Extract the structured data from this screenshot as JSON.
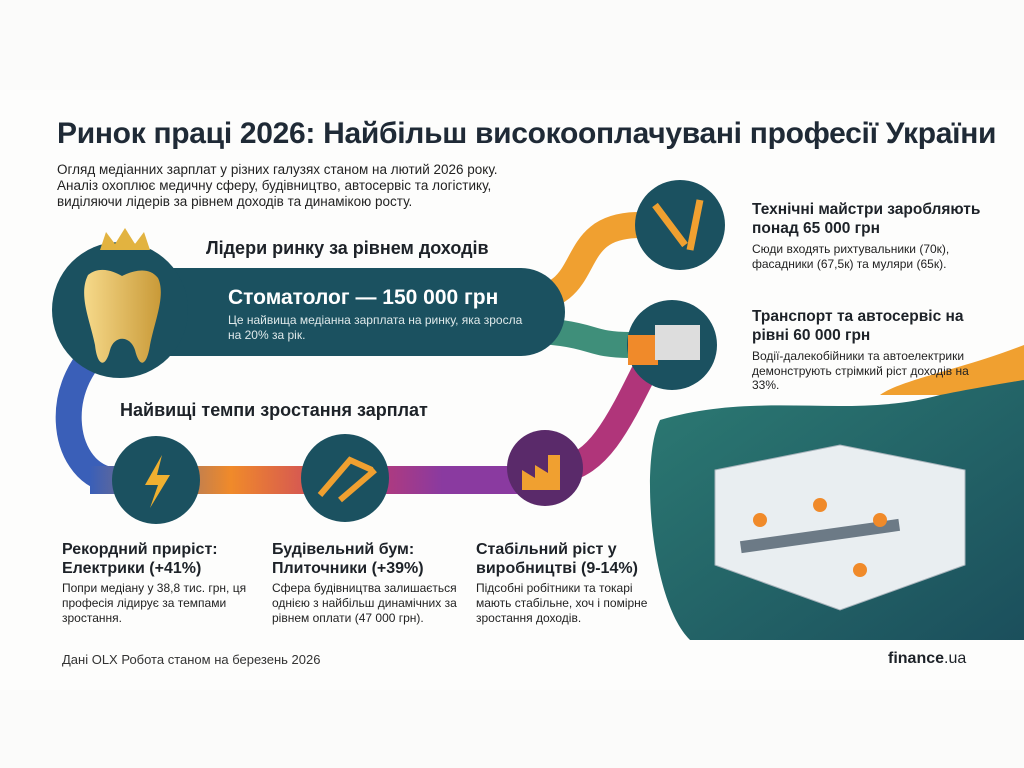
{
  "title": "Ринок праці 2026: Найбільш високооплачувані професії України",
  "subtitle": [
    "Огляд медіанних зарплат у різних галузях станом на лютий 2026 року.",
    "Аналіз охоплює медичну сферу, будівництво, автосервіс та логістику,",
    "виділяючи лідерів за рівнем доходів та динамікою росту."
  ],
  "leaders": {
    "heading": "Лідери ринку за рівнем доходів",
    "top": {
      "headline": "Стоматолог — 150 000 грн",
      "text": "Це найвища медіанна зарплата на ринку, яка зросла на 20% за рік."
    },
    "items": [
      {
        "title": "Технічні майстри заробляють понад 65 000 грн",
        "text": "Сюди входять рихтувальники (70к), фасадники (67,5к) та муляри (65к)."
      },
      {
        "title": "Транспорт та автосервіс на рівні 60 000 грн",
        "text": "Водії-далекобійники та автоелектрики демонструють стрімкий ріст доходів на 33%."
      }
    ]
  },
  "growth": {
    "heading": "Найвищі темпи зростання зарплат",
    "items": [
      {
        "title": "Рекордний приріст: Електрики (+41%)",
        "text": "Попри медіану у 38,8 тис. грн, ця професія лідирує за темпами зростання."
      },
      {
        "title": "Будівельний бум: Плиточники (+39%)",
        "text": "Сфера будівництва залишається однією з найбільш динамічних за рівнем оплати (47 000 грн)."
      },
      {
        "title": "Стабільний ріст у виробництві (9-14%)",
        "text": "Підсобні робітники та токарі мають стабільне, хоч і помірне зростання доходів."
      }
    ]
  },
  "footer": {
    "source": "Дані OLX Робота станом на березень 2026",
    "logo_main": "finance",
    "logo_tld": ".ua"
  },
  "colors": {
    "teal": "#1b5160",
    "orange": "#f0a030",
    "green": "#3f8f7a",
    "magenta": "#b0357a",
    "blue": "#3a5fb8"
  }
}
